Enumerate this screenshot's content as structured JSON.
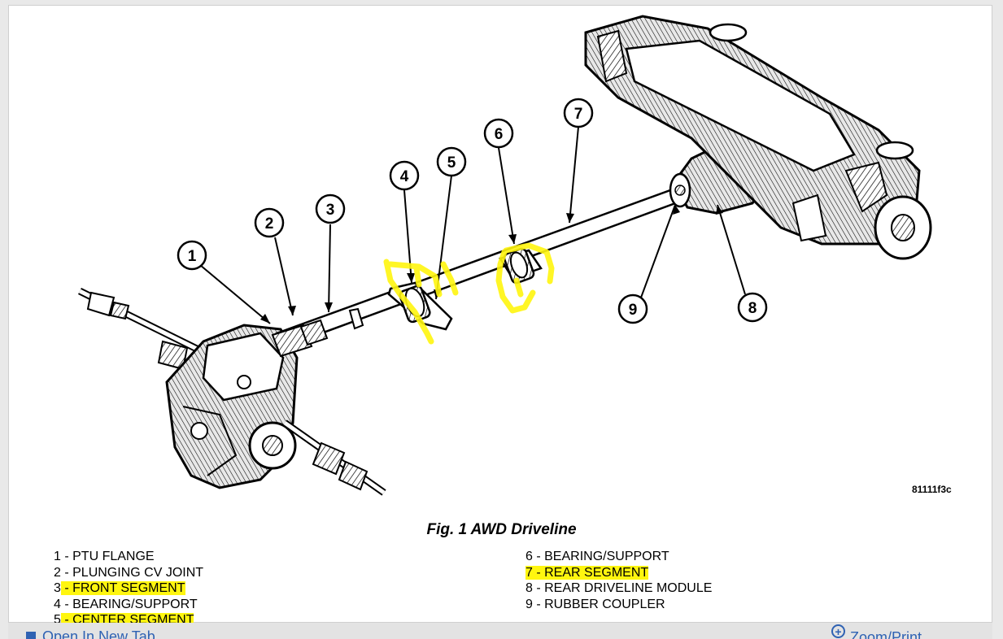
{
  "figure": {
    "caption": "Fig. 1 AWD Driveline",
    "code": "81111f3c"
  },
  "callouts": [
    "1",
    "2",
    "3",
    "4",
    "5",
    "6",
    "7",
    "8",
    "9"
  ],
  "legend": {
    "left": [
      {
        "num": "1",
        "sep": " - ",
        "label": "PTU FLANGE",
        "highlighted": false
      },
      {
        "num": "2",
        "sep": " - ",
        "label": "PLUNGING CV JOINT",
        "highlighted": false
      },
      {
        "num": "3",
        "sep": " - ",
        "label": "FRONT SEGMENT",
        "highlighted": true
      },
      {
        "num": "4",
        "sep": " - ",
        "label": "BEARING/SUPPORT",
        "highlighted": false
      },
      {
        "num": "5",
        "sep": " - ",
        "label": "CENTER SEGMENT",
        "highlighted": true
      }
    ],
    "right": [
      {
        "num": "6",
        "sep": " - ",
        "label": "BEARING/SUPPORT",
        "highlighted": false
      },
      {
        "num": "7",
        "sep": " - ",
        "label": "REAR SEGMENT",
        "highlighted": true
      },
      {
        "num": "8",
        "sep": " - ",
        "label": "REAR DRIVELINE MODULE",
        "highlighted": false
      },
      {
        "num": "9",
        "sep": " - ",
        "label": "RUBBER COUPLER",
        "highlighted": false
      }
    ]
  },
  "bottom_bar": {
    "left_link_partial": "Open In New Tab",
    "right_link_partial": "Zoom/Print"
  },
  "colors": {
    "highlight": "#fff60f",
    "link": "#2f62b3",
    "line_art": "#000000",
    "page_bg": "#e9e9e9"
  }
}
